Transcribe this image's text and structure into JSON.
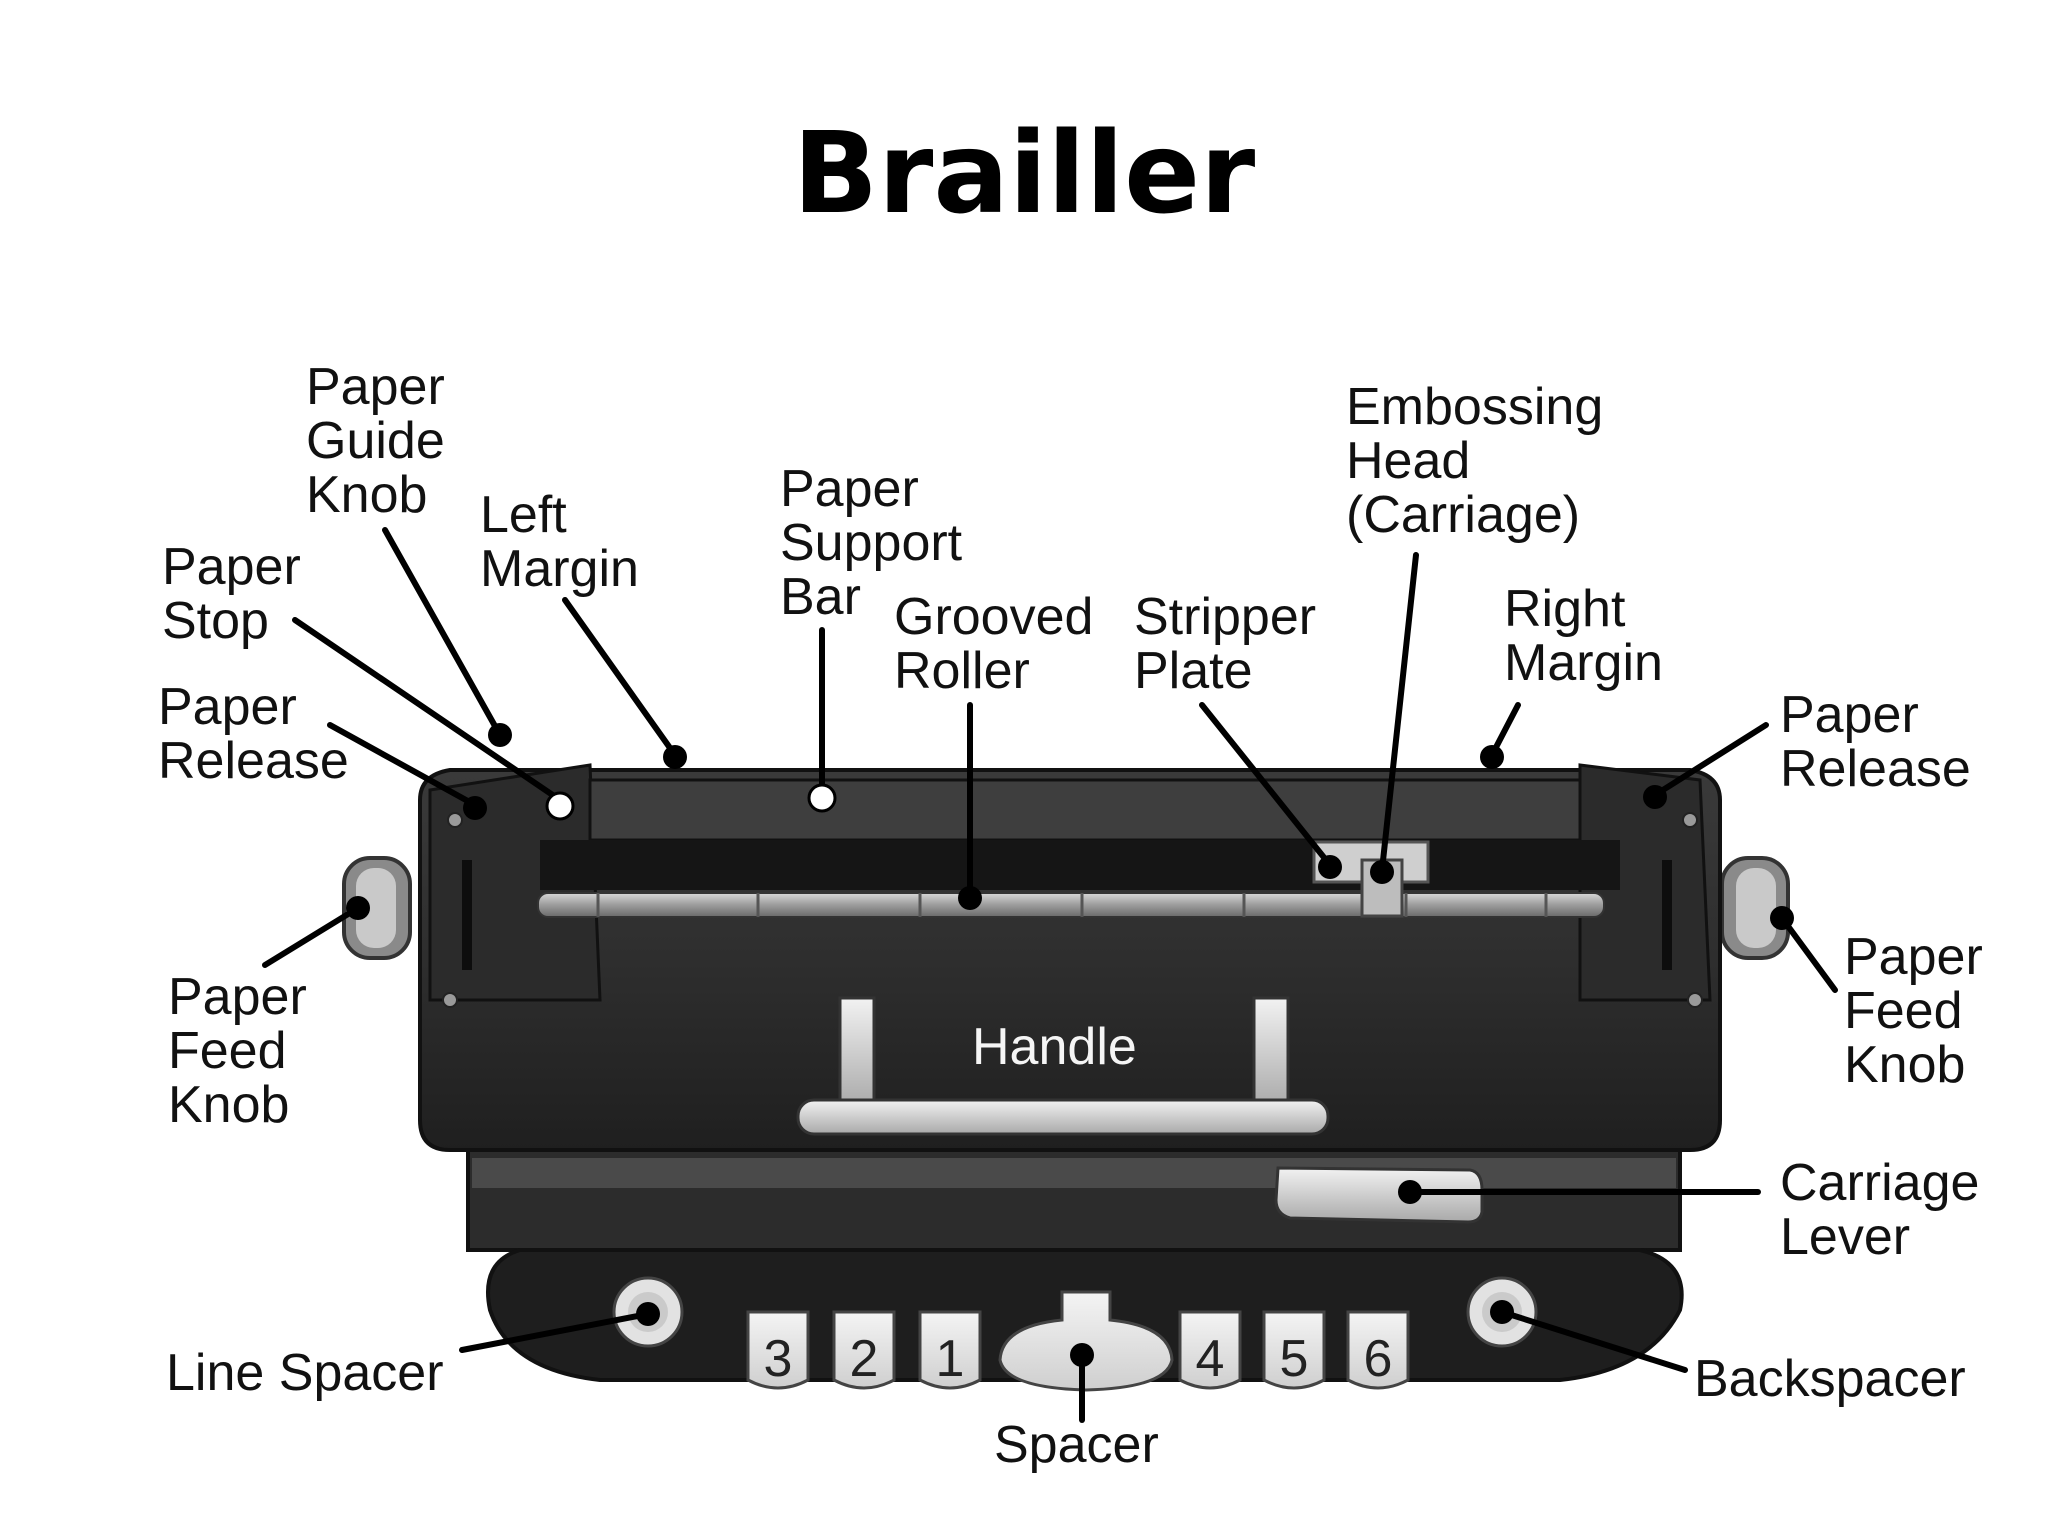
{
  "title": "Brailler",
  "labels": {
    "paper_guide_knob": "Paper\nGuide\nKnob",
    "paper_stop": "Paper\nStop",
    "paper_release_left": "Paper\nRelease",
    "left_margin": "Left\nMargin",
    "paper_support_bar": "Paper\nSupport\nBar",
    "grooved_roller": "Grooved\nRoller",
    "stripper_plate": "Stripper\nPlate",
    "embossing_head": "Embossing\nHead\n(Carriage)",
    "right_margin": "Right\nMargin",
    "paper_release_right": "Paper\nRelease",
    "paper_feed_knob_left": "Paper\nFeed\nKnob",
    "paper_feed_knob_right": "Paper\nFeed\nKnob",
    "handle": "Handle",
    "carriage_lever": "Carriage\nLever",
    "line_spacer": "Line Spacer",
    "backspacer": "Backspacer",
    "spacer": "Spacer"
  },
  "keys": [
    "3",
    "2",
    "1",
    "4",
    "5",
    "6"
  ]
}
